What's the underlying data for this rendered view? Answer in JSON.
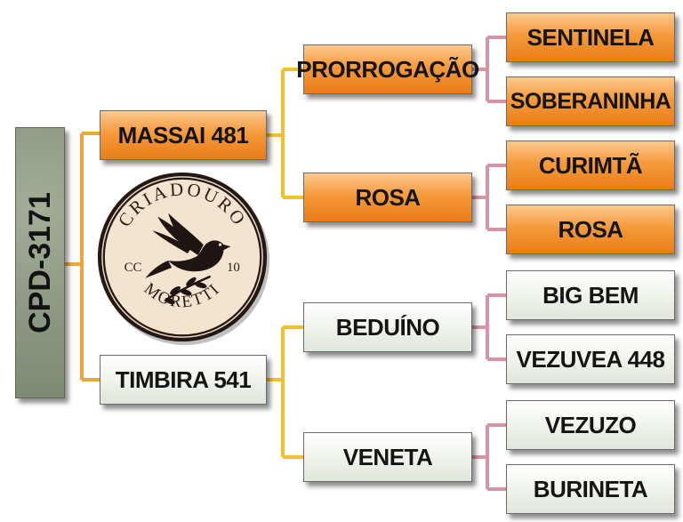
{
  "root": {
    "label": "CPD-3171"
  },
  "parents": {
    "sire": {
      "label": "MASSAI 481"
    },
    "dam": {
      "label": "TIMBIRA 541"
    }
  },
  "grandparents": {
    "sire_sire": {
      "label": "PRORROGAÇÃO"
    },
    "sire_dam": {
      "label": "ROSA"
    },
    "dam_sire": {
      "label": "BEDUÍNO"
    },
    "dam_dam": {
      "label": "VENETA"
    }
  },
  "great_grandparents": {
    "g1": {
      "label": "SENTINELA"
    },
    "g2": {
      "label": "SOBERANINHA"
    },
    "g3": {
      "label": "CURIMTÃ"
    },
    "g4": {
      "label": "ROSA"
    },
    "g5": {
      "label": "BIG BEM"
    },
    "g6": {
      "label": "VEZUVEA 448"
    },
    "g7": {
      "label": "VEZUZO"
    },
    "g8": {
      "label": "BURINETA"
    }
  },
  "seal": {
    "top_text": "CRIADOURO",
    "left_text": "CC",
    "right_text": "10",
    "bottom_text": "MORETTI"
  },
  "colors": {
    "connector_orange": "#f0a53a",
    "connector_gold": "#f3c02c",
    "connector_pink": "#d794a4",
    "seal_face": "#f3e4cf",
    "seal_ring": "#231814"
  }
}
